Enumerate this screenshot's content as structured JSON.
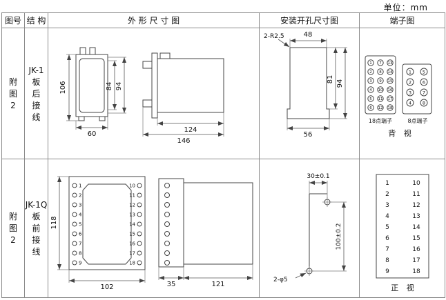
{
  "unit_label": "单位：mm",
  "headers": {
    "fig_no": "图号",
    "structure": "结 构",
    "outline": "外 形 尺 寸 图",
    "install": "安装开孔尺寸图",
    "terminal": "端子图"
  },
  "row1": {
    "fig_no": [
      "附",
      "图",
      "2"
    ],
    "model": "JK-1",
    "wiring": [
      "板",
      "后",
      "接",
      "线"
    ],
    "outline": {
      "front": {
        "h_left": "106",
        "h_inner": "84",
        "h_outer": "94",
        "w_bottom": "60"
      },
      "side": {
        "w_inner": "124",
        "w_outer": "146"
      }
    },
    "install": {
      "radius_note": "2-R2.5",
      "w_top": "48",
      "h_inner": "81",
      "h_outer": "94",
      "w_bottom": "56"
    },
    "terminal": {
      "t18_label": "18点端子",
      "t8_label": "8点端子",
      "view_label": "背 视",
      "t18": [
        "1",
        "7",
        "13",
        "2",
        "8",
        "14",
        "3",
        "9",
        "15",
        "4",
        "10",
        "16",
        "5",
        "11",
        "17",
        "6",
        "12",
        "18"
      ],
      "t8": [
        "1",
        "5",
        "2",
        "6",
        "3",
        "7",
        "4",
        "8"
      ]
    }
  },
  "row2": {
    "fig_no": [
      "附",
      "图",
      "2"
    ],
    "model": "JK-1Q",
    "wiring": [
      "板",
      "前",
      "接",
      "线"
    ],
    "outline": {
      "front": {
        "h_left": "118",
        "w_bottom": "102",
        "left": [
          "1",
          "2",
          "3",
          "4",
          "5",
          "6",
          "7",
          "8",
          "9"
        ],
        "right": [
          "10",
          "11",
          "12",
          "13",
          "14",
          "15",
          "16",
          "17",
          "18"
        ]
      },
      "side": {
        "w_left": "35",
        "w_right": "121"
      }
    },
    "install": {
      "w_top": "30±0.1",
      "h_right": "100±0.2",
      "hole_note": "2-φ5"
    },
    "terminal": {
      "left": [
        "1",
        "2",
        "3",
        "4",
        "5",
        "6",
        "7",
        "8",
        "9"
      ],
      "right": [
        "10",
        "11",
        "12",
        "13",
        "14",
        "15",
        "16",
        "17",
        "18"
      ],
      "view_label": "正 视"
    }
  }
}
